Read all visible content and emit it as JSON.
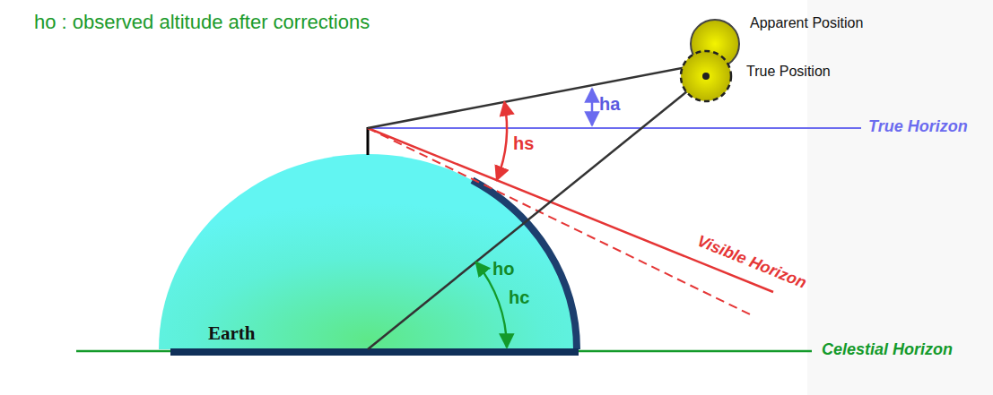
{
  "diagram": {
    "title": "ho : observed altitude after corrections",
    "labels": [
      "Apparent Position",
      "True Position",
      "ha",
      "True Horizon",
      "hs",
      "Visible Horizon",
      "ho",
      "hc",
      "Earth",
      "Celestial Horizon"
    ]
  }
}
